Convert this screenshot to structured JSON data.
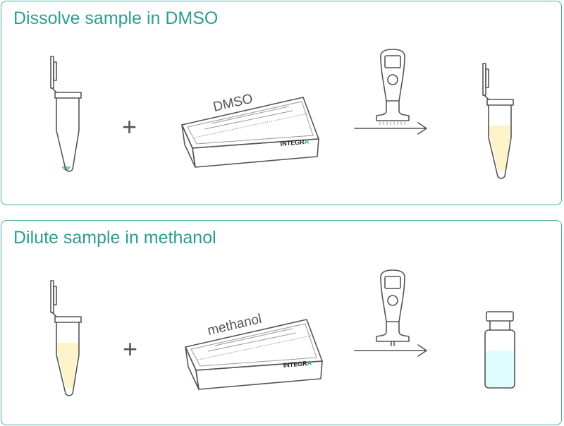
{
  "panels": [
    {
      "title": "Dissolve sample in DMSO",
      "reservoir_label": "DMSO",
      "brand": "INTEGR",
      "brand_accent": "A",
      "plus": "+"
    },
    {
      "title": "Dilute sample in methanol",
      "reservoir_label": "methanol",
      "brand": "INTEGR",
      "brand_accent": "A",
      "plus": "+"
    }
  ],
  "colors": {
    "accent": "#2a9d94",
    "sample": "#8fc1bd",
    "dmso_solution": "#fdf3c8",
    "methanol_solution": "#e0fdfd"
  }
}
